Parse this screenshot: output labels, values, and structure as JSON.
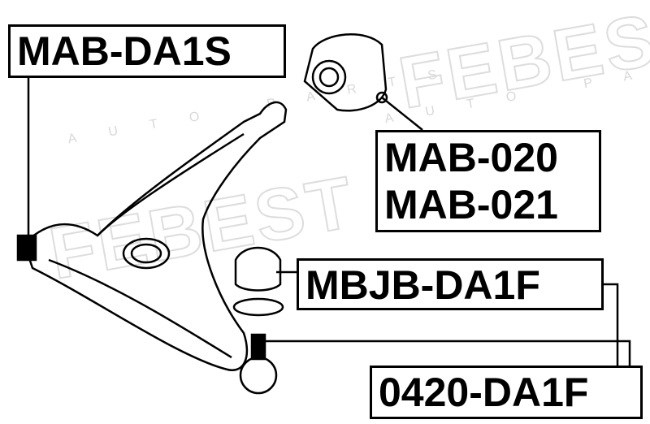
{
  "watermark": {
    "brand": "FEBEST",
    "sub": "AUTO PARTS"
  },
  "parts": [
    {
      "number": "MAB-DA1S"
    },
    {
      "number": "MAB-020",
      "alt_number": "MAB-021"
    },
    {
      "number": "MBJB-DA1F"
    },
    {
      "number": "0420-DA1F"
    }
  ]
}
